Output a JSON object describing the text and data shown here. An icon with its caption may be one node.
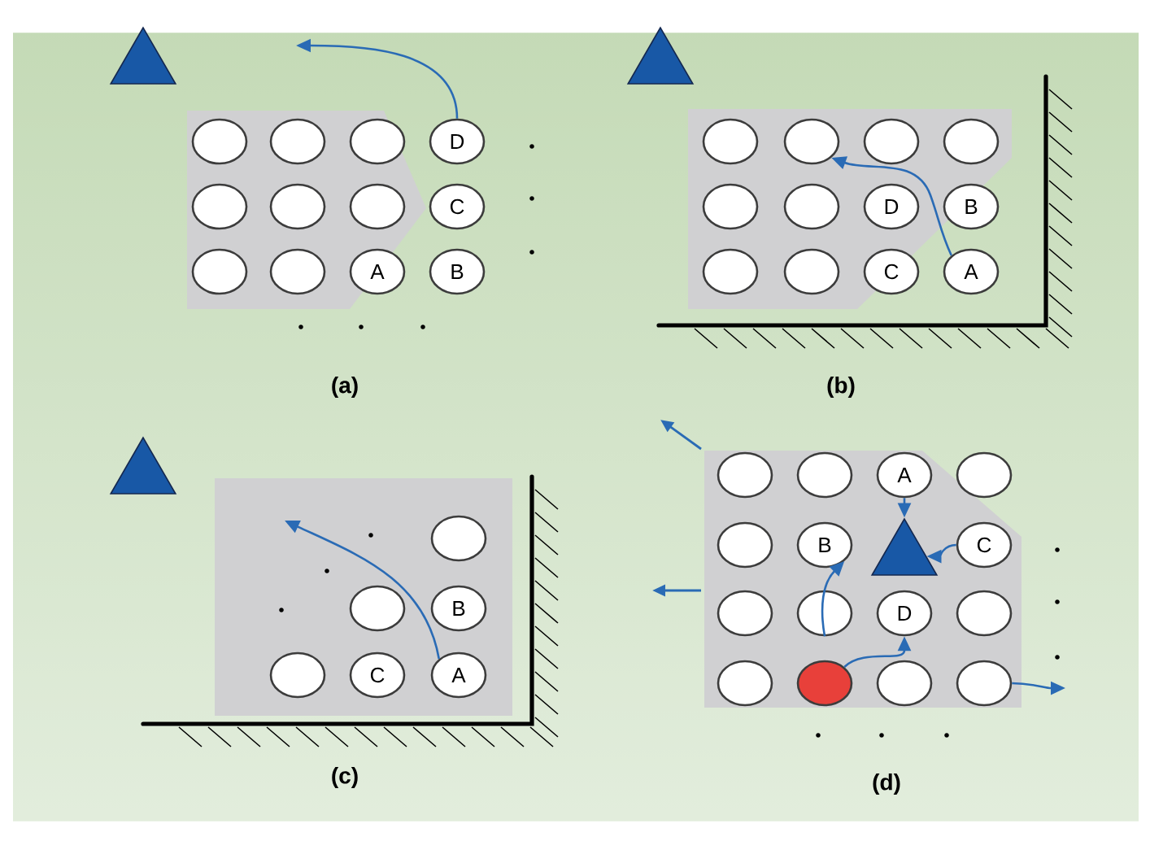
{
  "diagram": {
    "nodes": [
      {
        "text": [],
        "shape": "triangle"
      },
      {
        "text": [],
        "shape": "circle"
      },
      {
        "text": [],
        "shape": "circle"
      },
      {
        "text": [],
        "shape": "circle"
      },
      {
        "text": [
          "D"
        ]
      },
      {
        "text": [],
        "shape": "circle"
      },
      {
        "text": [],
        "shape": "circle"
      },
      {
        "text": [],
        "shape": "circle"
      },
      {
        "text": [
          "C"
        ]
      },
      {
        "text": [],
        "shape": "circle"
      },
      {
        "text": [],
        "shape": "circle"
      },
      {
        "text": [
          "A"
        ]
      },
      {
        "text": [
          "B"
        ]
      },
      {
        "text": [],
        "shape": "triangle"
      },
      {
        "text": [],
        "shape": "circle"
      },
      {
        "text": [],
        "shape": "circle"
      },
      {
        "text": [],
        "shape": "circle"
      },
      {
        "text": [],
        "shape": "circle"
      },
      {
        "text": [],
        "shape": "circle"
      },
      {
        "text": [],
        "shape": "circle"
      },
      {
        "text": [
          "D"
        ]
      },
      {
        "text": [
          "B"
        ]
      },
      {
        "text": [],
        "shape": "circle"
      },
      {
        "text": [],
        "shape": "circle"
      },
      {
        "text": [
          "C"
        ]
      },
      {
        "text": [
          "A"
        ]
      },
      {
        "text": [],
        "shape": "triangle"
      },
      {
        "text": [],
        "shape": "circle"
      },
      {
        "text": [],
        "shape": "circle"
      },
      {
        "text": [
          "B"
        ]
      },
      {
        "text": [],
        "shape": "circle"
      },
      {
        "text": [
          "C"
        ]
      },
      {
        "text": [
          "A"
        ]
      },
      {
        "text": [],
        "shape": "circle"
      },
      {
        "text": [],
        "shape": "circle"
      },
      {
        "text": [
          "A"
        ]
      },
      {
        "text": [],
        "shape": "circle"
      },
      {
        "text": [],
        "shape": "circle"
      },
      {
        "text": [
          "B"
        ]
      },
      {
        "text": [],
        "shape": "triangle"
      },
      {
        "text": [
          "C"
        ]
      },
      {
        "text": [],
        "shape": "circle"
      },
      {
        "text": [],
        "shape": "circle"
      },
      {
        "text": [
          "D"
        ]
      },
      {
        "text": [],
        "shape": "circle"
      },
      {
        "text": [],
        "shape": "circle"
      },
      {
        "text": [],
        "shape": "circle"
      },
      {
        "text": [],
        "shape": "circle"
      },
      {
        "text": [],
        "shape": "circle"
      }
    ],
    "edges": [
      {
        "from": 4,
        "to": null,
        "arrow": "to"
      },
      {
        "from": 25,
        "to": 15,
        "arrow": "to"
      },
      {
        "from": 32,
        "to": null,
        "arrow": "to"
      },
      {
        "from": 35,
        "to": 39,
        "arrow": "to"
      },
      {
        "from": 40,
        "to": 39,
        "arrow": "to"
      },
      {
        "from": 42,
        "to": 38,
        "arrow": "to"
      },
      {
        "from": 46,
        "to": 43,
        "arrow": "to"
      },
      {
        "from": 48,
        "to": null,
        "arrow": "to"
      }
    ],
    "labels": [
      "(a)",
      "(b)",
      "(c)",
      "(d)"
    ]
  }
}
